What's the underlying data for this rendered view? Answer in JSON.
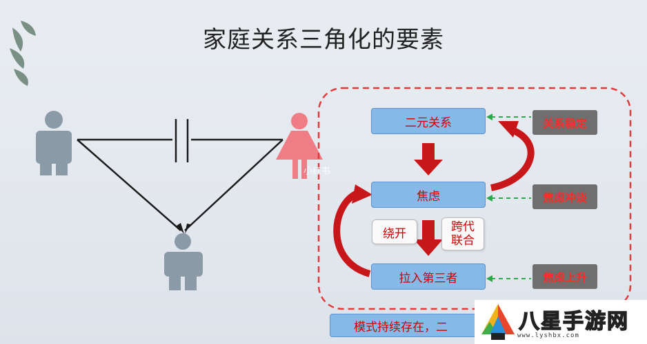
{
  "title": "家庭关系三角化的要素",
  "boxes": {
    "dyad": "二元关系",
    "anxiety": "焦虑",
    "triangulate": "拉入第三者",
    "bypass": "绕开",
    "cross_gen_1": "跨代",
    "cross_gen_2": "联合",
    "stable": "关系稳定",
    "fade": "焦虑冲淡",
    "rise": "焦虑上升",
    "footer": "模式持续存在，二"
  },
  "watermark": "小红书",
  "logo": {
    "name": "八星手游网",
    "url": "www.lyshbx.com"
  },
  "colors": {
    "person_gray": "#8a9aa6",
    "person_pink": "#ee7d86",
    "arrow_red": "#c8171b",
    "dash_red": "#e23a3a",
    "dash_green": "#2aa84a"
  }
}
